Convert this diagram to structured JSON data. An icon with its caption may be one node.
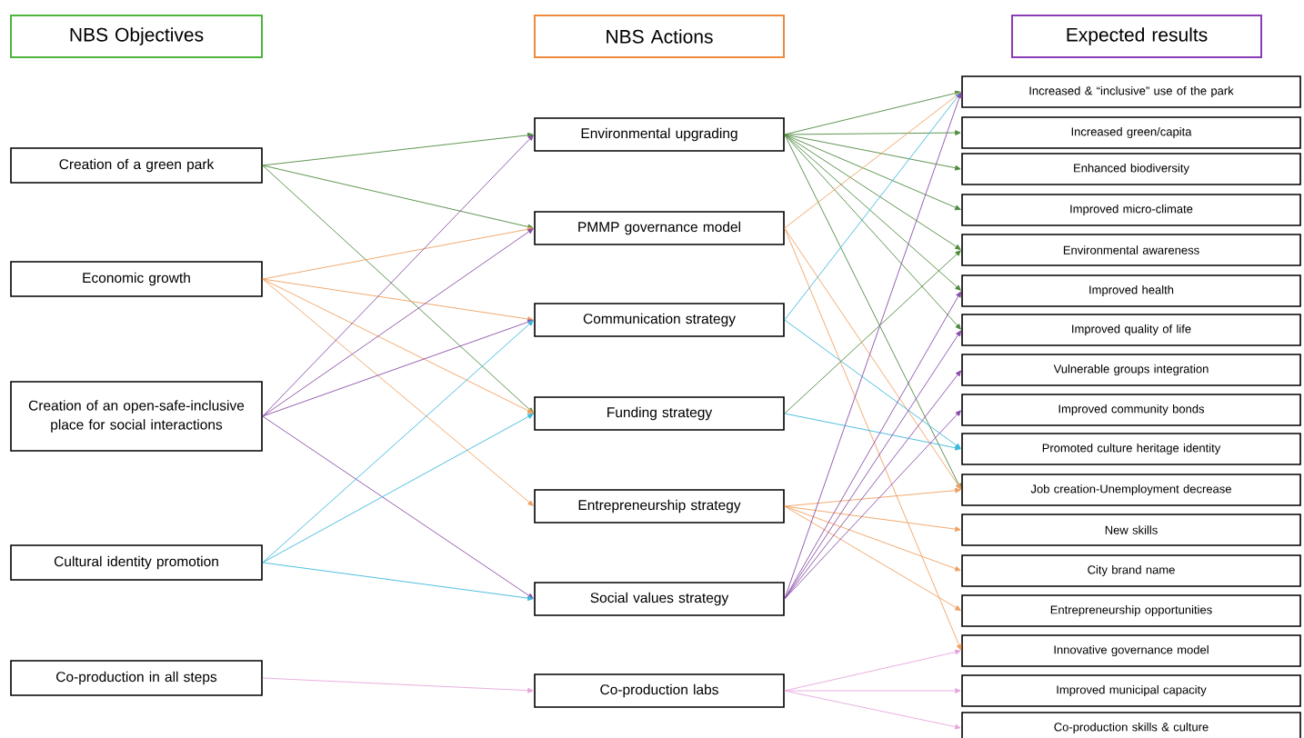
{
  "diagram": {
    "nodes": [
      {
        "text": [
          "NBS Objectives"
        ]
      },
      {
        "text": [
          "NBS Actions"
        ]
      },
      {
        "text": [
          "Expected results"
        ]
      },
      {
        "text": [
          "Creation of a green park"
        ]
      },
      {
        "text": [
          "Economic growth"
        ]
      },
      {
        "text": [
          "Creation of an open-safe-inclusive place for social interactions"
        ]
      },
      {
        "text": [
          "Cultural identity promotion"
        ]
      },
      {
        "text": [
          "Co-production in all steps"
        ]
      },
      {
        "text": [
          "Environmental upgrading"
        ]
      },
      {
        "text": [
          "PMMP governance model"
        ]
      },
      {
        "text": [
          "Communication strategy"
        ]
      },
      {
        "text": [
          "Funding strategy"
        ]
      },
      {
        "text": [
          "Entrepreneurship strategy"
        ]
      },
      {
        "text": [
          "Social values strategy"
        ]
      },
      {
        "text": [
          "Co-production labs"
        ]
      },
      {
        "text": [
          "Increased & “inclusive” use of the park"
        ]
      },
      {
        "text": [
          "Increased green/capita"
        ]
      },
      {
        "text": [
          "Enhanced biodiversity"
        ]
      },
      {
        "text": [
          "Improved micro-climate"
        ]
      },
      {
        "text": [
          "Environmental awareness"
        ]
      },
      {
        "text": [
          "Improved health"
        ]
      },
      {
        "text": [
          "Improved quality of life"
        ]
      },
      {
        "text": [
          "Vulnerable groups integration"
        ]
      },
      {
        "text": [
          "Improved community bonds"
        ]
      },
      {
        "text": [
          "Promoted culture heritage identity"
        ]
      },
      {
        "text": [
          "Job creation-Unemployment decrease"
        ]
      },
      {
        "text": [
          "New skills"
        ]
      },
      {
        "text": [
          "City brand name"
        ]
      },
      {
        "text": [
          "Entrepreneurship opportunities"
        ]
      },
      {
        "text": [
          "Innovative governance model"
        ]
      },
      {
        "text": [
          "Improved municipal capacity"
        ]
      },
      {
        "text": [
          "Co-production skills & culture"
        ]
      }
    ],
    "edges": [
      {
        "from": 3,
        "to": 8,
        "arrow": "to",
        "color": "#4e8a3e"
      },
      {
        "from": 3,
        "to": 9,
        "arrow": "to",
        "color": "#4e8a3e"
      },
      {
        "from": 3,
        "to": 11,
        "arrow": "to",
        "color": "#4e8a3e"
      },
      {
        "from": 4,
        "to": 9,
        "arrow": "to",
        "color": "#f0a060"
      },
      {
        "from": 4,
        "to": 10,
        "arrow": "to",
        "color": "#f0a060"
      },
      {
        "from": 4,
        "to": 11,
        "arrow": "to",
        "color": "#f0a060"
      },
      {
        "from": 4,
        "to": 12,
        "arrow": "to",
        "color": "#f0a060"
      },
      {
        "from": 5,
        "to": 8,
        "arrow": "to",
        "color": "#8a4ea8"
      },
      {
        "from": 5,
        "to": 9,
        "arrow": "to",
        "color": "#8a4ea8"
      },
      {
        "from": 5,
        "to": 10,
        "arrow": "to",
        "color": "#8a4ea8"
      },
      {
        "from": 5,
        "to": 13,
        "arrow": "to",
        "color": "#8a4ea8"
      },
      {
        "from": 6,
        "to": 10,
        "arrow": "to",
        "color": "#3cb8dc"
      },
      {
        "from": 6,
        "to": 11,
        "arrow": "to",
        "color": "#3cb8dc"
      },
      {
        "from": 6,
        "to": 13,
        "arrow": "to",
        "color": "#3cb8dc"
      },
      {
        "from": 7,
        "to": 14,
        "arrow": "to",
        "color": "#e8a6dc"
      },
      {
        "from": 8,
        "to": 15,
        "arrow": "to",
        "color": "#4e8a3e"
      },
      {
        "from": 8,
        "to": 16,
        "arrow": "to",
        "color": "#4e8a3e"
      },
      {
        "from": 8,
        "to": 17,
        "arrow": "to",
        "color": "#4e8a3e"
      },
      {
        "from": 8,
        "to": 18,
        "arrow": "to",
        "color": "#4e8a3e"
      },
      {
        "from": 8,
        "to": 19,
        "arrow": "to",
        "color": "#4e8a3e"
      },
      {
        "from": 8,
        "to": 20,
        "arrow": "to",
        "color": "#4e8a3e"
      },
      {
        "from": 8,
        "to": 21,
        "arrow": "to",
        "color": "#4e8a3e"
      },
      {
        "from": 8,
        "to": 25,
        "arrow": "to",
        "color": "#4e8a3e"
      },
      {
        "from": 9,
        "to": 15,
        "arrow": "to",
        "color": "#f0a060"
      },
      {
        "from": 9,
        "to": 25,
        "arrow": "to",
        "color": "#f0a060"
      },
      {
        "from": 9,
        "to": 29,
        "arrow": "to",
        "color": "#f0a060"
      },
      {
        "from": 10,
        "to": 15,
        "arrow": "to",
        "color": "#3cb8dc"
      },
      {
        "from": 10,
        "to": 24,
        "arrow": "to",
        "color": "#3cb8dc"
      },
      {
        "from": 11,
        "to": 19,
        "arrow": "to",
        "color": "#4e8a3e"
      },
      {
        "from": 11,
        "to": 24,
        "arrow": "to",
        "color": "#3cb8dc"
      },
      {
        "from": 12,
        "to": 25,
        "arrow": "to",
        "color": "#f0a060"
      },
      {
        "from": 12,
        "to": 26,
        "arrow": "to",
        "color": "#f0a060"
      },
      {
        "from": 12,
        "to": 27,
        "arrow": "to",
        "color": "#f0a060"
      },
      {
        "from": 12,
        "to": 28,
        "arrow": "to",
        "color": "#f0a060"
      },
      {
        "from": 13,
        "to": 15,
        "arrow": "to",
        "color": "#8a4ea8"
      },
      {
        "from": 13,
        "to": 20,
        "arrow": "to",
        "color": "#8a4ea8"
      },
      {
        "from": 13,
        "to": 21,
        "arrow": "to",
        "color": "#8a4ea8"
      },
      {
        "from": 13,
        "to": 22,
        "arrow": "to",
        "color": "#8a4ea8"
      },
      {
        "from": 13,
        "to": 23,
        "arrow": "to",
        "color": "#8a4ea8"
      },
      {
        "from": 14,
        "to": 29,
        "arrow": "to",
        "color": "#e8a6dc"
      },
      {
        "from": 14,
        "to": 30,
        "arrow": "to",
        "color": "#e8a6dc"
      },
      {
        "from": 14,
        "to": 31,
        "arrow": "to",
        "color": "#e8a6dc"
      }
    ]
  }
}
